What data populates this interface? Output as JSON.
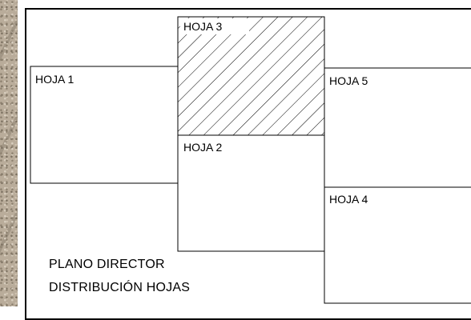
{
  "sheets": [
    {
      "id": "hoja-1",
      "label": "HOJA 1",
      "hatched": false
    },
    {
      "id": "hoja-2",
      "label": "HOJA 2",
      "hatched": false
    },
    {
      "id": "hoja-3",
      "label": "HOJA 3",
      "hatched": true
    },
    {
      "id": "hoja-4",
      "label": "HOJA 4",
      "hatched": false
    },
    {
      "id": "hoja-5",
      "label": "HOJA 5",
      "hatched": false
    }
  ],
  "caption": {
    "line1": "PLANO DIRECTOR",
    "line2": "DISTRIBUCIÓN HOJAS"
  }
}
